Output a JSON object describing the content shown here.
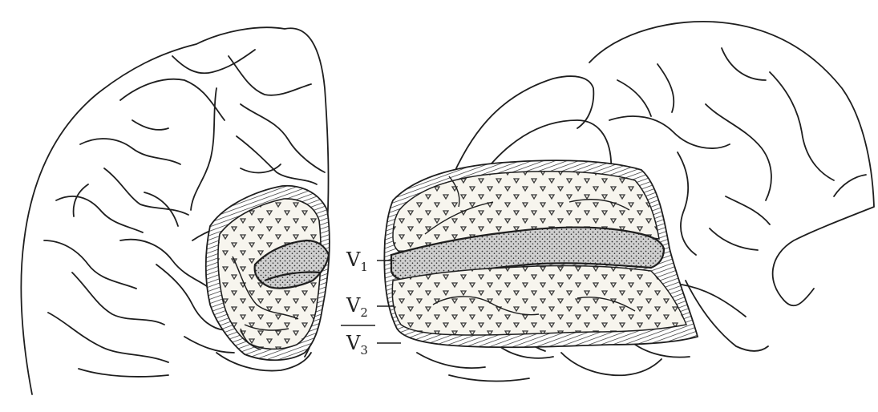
{
  "labels": {
    "v1": {
      "main": "V",
      "sub": "1"
    },
    "v2": {
      "main": "V",
      "sub": "2"
    },
    "v3": {
      "main": "V",
      "sub": "3"
    }
  },
  "style": {
    "ink": "#1e1e1e",
    "dot": "#3a3a3a",
    "stipple": "#2f2f2f"
  }
}
